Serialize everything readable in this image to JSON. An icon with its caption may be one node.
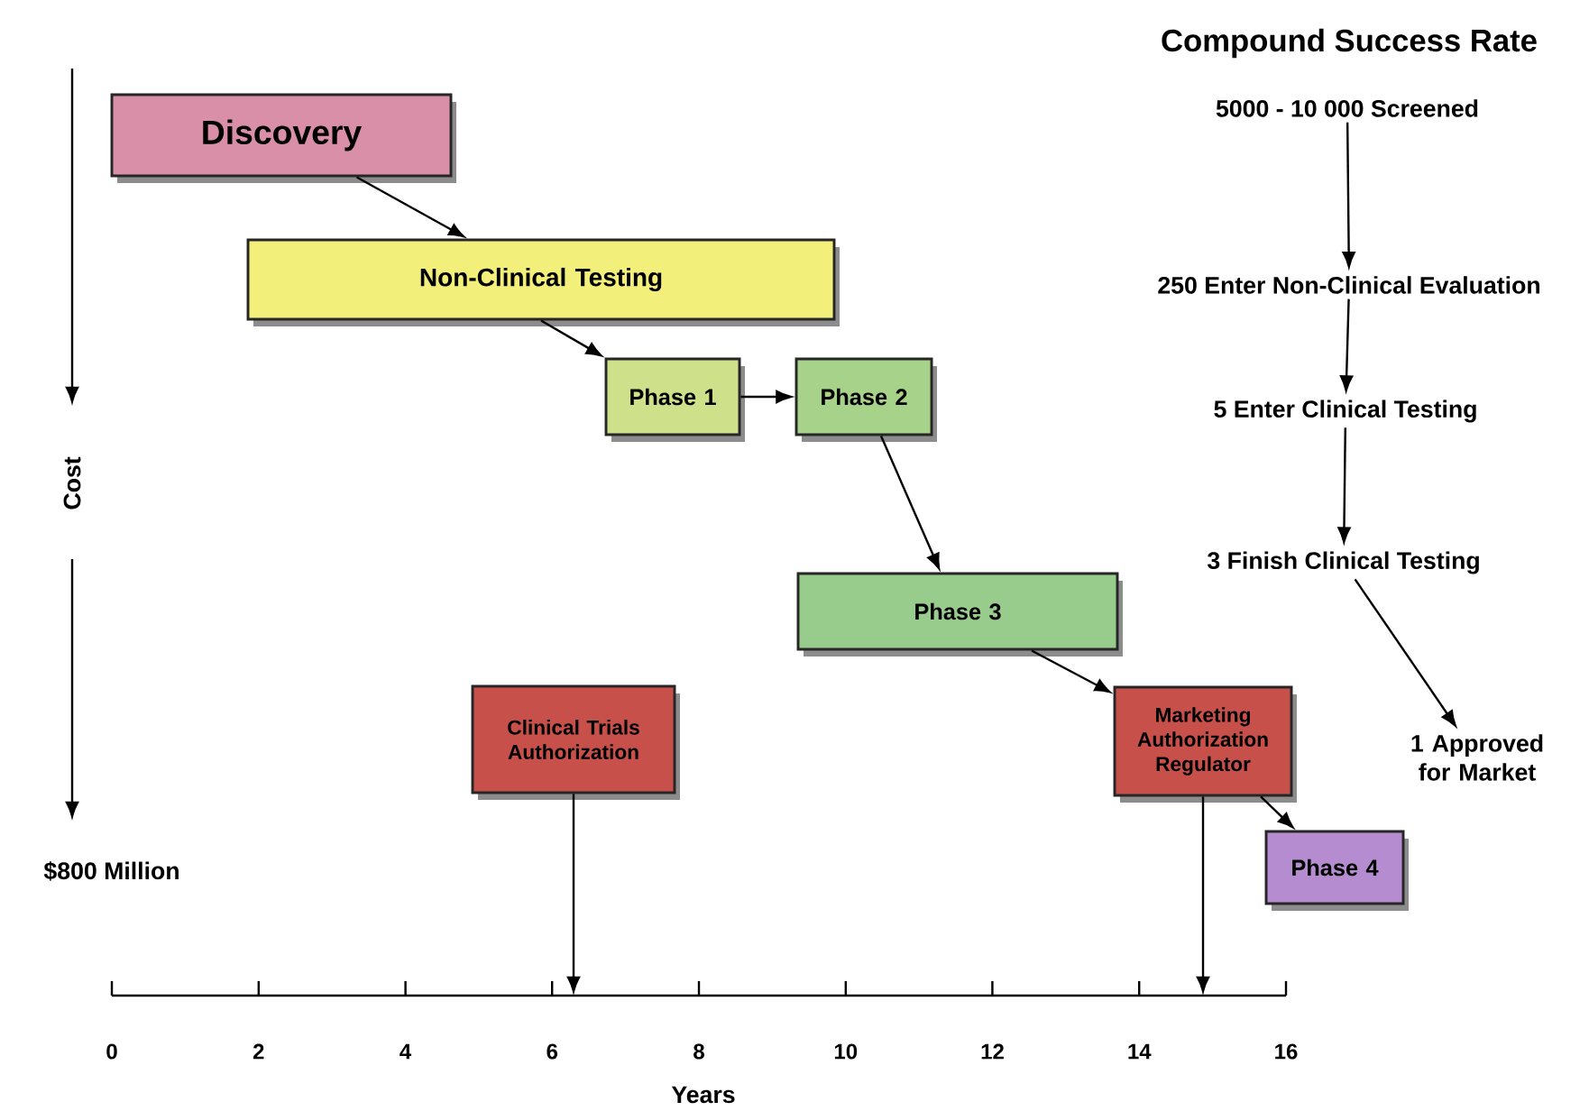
{
  "diagram": {
    "nodes": [
      {
        "text": [
          "Discovery"
        ]
      },
      {
        "text": [
          "Non-Clinical Testing"
        ]
      },
      {
        "text": [
          "Phase 1"
        ]
      },
      {
        "text": [
          "Phase 2"
        ]
      },
      {
        "text": [
          "Phase 3"
        ]
      },
      {
        "text": [
          "Clinical Trials Authorization"
        ]
      },
      {
        "text": [
          "Marketing Authorization Regulator"
        ]
      },
      {
        "text": [
          "Phase 4"
        ]
      },
      {
        "text": [
          "5000 - 10 000 Screened"
        ]
      },
      {
        "text": [
          "250 Enter Non-Clinical Evaluation"
        ]
      },
      {
        "text": [
          "5 Enter Clinical Testing"
        ]
      },
      {
        "text": [
          "3 Finish Clinical Testing"
        ]
      },
      {
        "text": [
          "1 Approved for Market"
        ]
      }
    ],
    "edges": [
      {
        "from": 0,
        "to": 1,
        "arrow": "to"
      },
      {
        "from": 1,
        "to": 2,
        "arrow": "to"
      },
      {
        "from": 2,
        "to": 3,
        "arrow": "to"
      },
      {
        "from": 3,
        "to": 4,
        "arrow": "to"
      },
      {
        "from": 4,
        "to": 6,
        "arrow": "to"
      },
      {
        "from": 6,
        "to": 7,
        "arrow": "to"
      },
      {
        "from": 5,
        "to": null,
        "arrow": "to"
      },
      {
        "from": 6,
        "to": null,
        "arrow": "to"
      },
      {
        "from": 8,
        "to": 9,
        "arrow": "to"
      },
      {
        "from": 9,
        "to": 10,
        "arrow": "to"
      },
      {
        "from": 10,
        "to": 11,
        "arrow": "to"
      },
      {
        "from": 11,
        "to": 12,
        "arrow": "to"
      }
    ],
    "labels": [
      "Compound Success Rate",
      "Cost",
      "$800 Million",
      "0",
      "2",
      "4",
      "6",
      "8",
      "10",
      "12",
      "14",
      "16",
      "Years"
    ]
  }
}
